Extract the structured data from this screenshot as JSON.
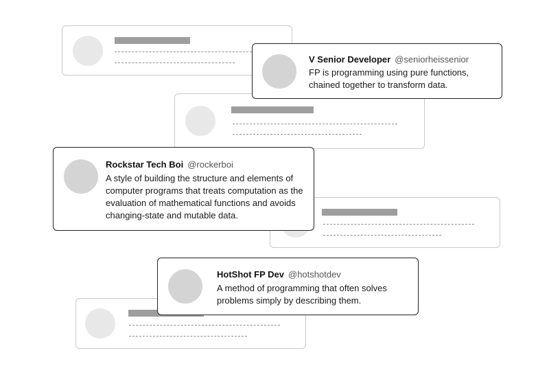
{
  "tweets": [
    {
      "name": "V Senior Developer",
      "handle": "@seniorheissenior",
      "text": "FP is programming using pure functions, chained together to transform data."
    },
    {
      "name": "Rockstar Tech Boi",
      "handle": "@rockerboi",
      "text": "A style of building the structure and elements of computer programs that treats computation as the evaluation of mathematical functions and avoids changing-state and mutable data."
    },
    {
      "name": "HotShot FP Dev",
      "handle": "@hotshotdev",
      "text": "A method of programming that often solves problems simply by describing them."
    }
  ]
}
